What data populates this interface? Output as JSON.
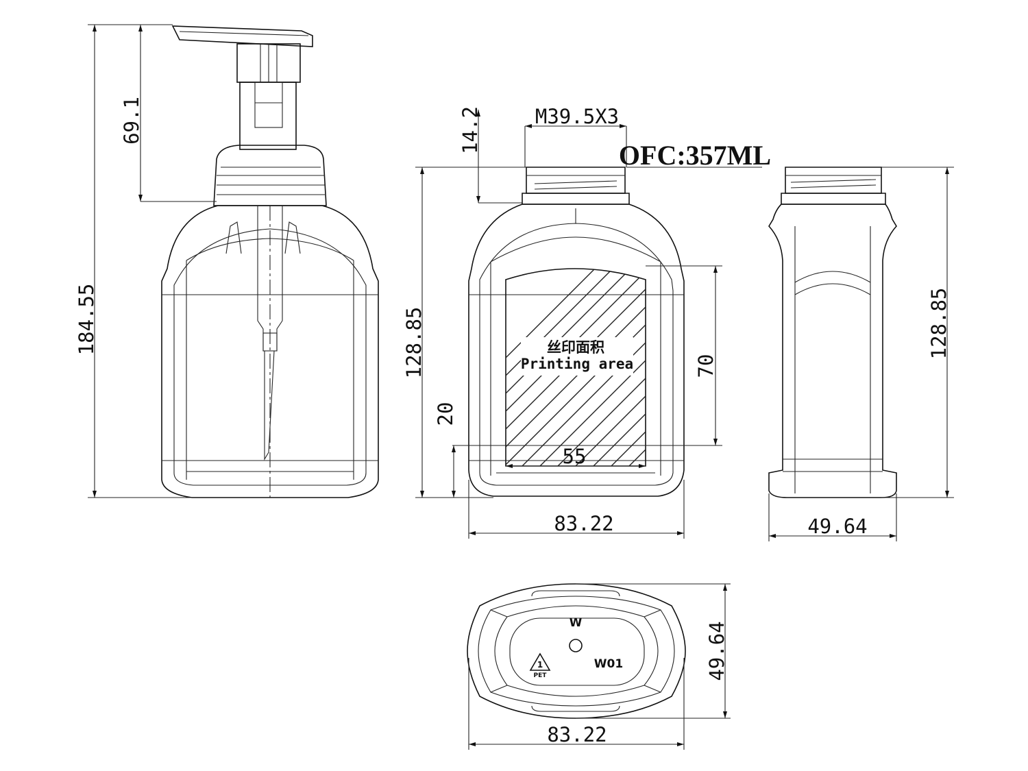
{
  "capacity_label": "OFC:357ML",
  "thread_spec": "M39.5X3",
  "printing_area": {
    "zh": "丝印面积",
    "en": "Printing area"
  },
  "dimensions": {
    "total_height": "184.55",
    "pump_height": "69.1",
    "neck_height": "14.2",
    "body_height_front": "128.85",
    "body_height_side": "128.85",
    "print_height": "70",
    "print_offset": "20",
    "print_width": "55",
    "width_front": "83.22",
    "depth_side": "49.64",
    "base_depth": "49.64",
    "base_width": "83.22"
  },
  "base_marks": {
    "logo": "W",
    "code": "W01",
    "material": "PET",
    "recycle_number": "1"
  }
}
